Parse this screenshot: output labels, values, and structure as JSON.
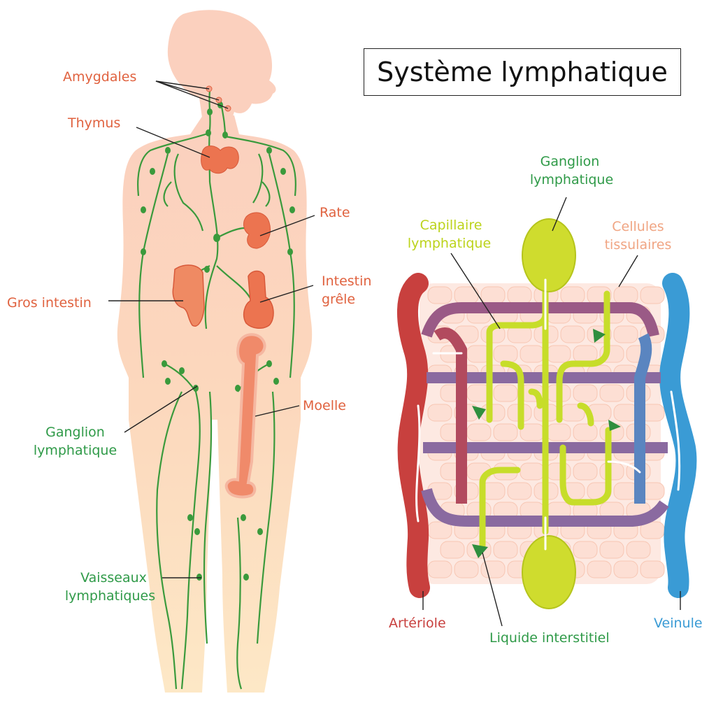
{
  "title": "Système lymphatique",
  "body_labels": {
    "amygdales": "Amygdales",
    "thymus": "Thymus",
    "rate": "Rate",
    "gros_intestin": "Gros intestin",
    "intestin_grele_1": "Intestin",
    "intestin_grele_2": "grêle",
    "moelle": "Moelle",
    "ganglion_1": "Ganglion",
    "ganglion_2": "lymphatique",
    "vaisseaux_1": "Vaisseaux",
    "vaisseaux_2": "lymphatiques"
  },
  "detail_labels": {
    "ganglion_1": "Ganglion",
    "ganglion_2": "lymphatique",
    "capillaire_1": "Capillaire",
    "capillaire_2": "lymphatique",
    "cellules_1": "Cellules",
    "cellules_2": "tissulaires",
    "arteriole": "Artériole",
    "liquide": "Liquide interstitiel",
    "veinule": "Veinule"
  },
  "colors": {
    "organ_label": "#e0623f",
    "lymph_label": "#2f9a48",
    "capillary": "#bcd31b",
    "cells": "#f0a583",
    "arteriole": "#c8403e",
    "veinule": "#3a9bd5"
  }
}
